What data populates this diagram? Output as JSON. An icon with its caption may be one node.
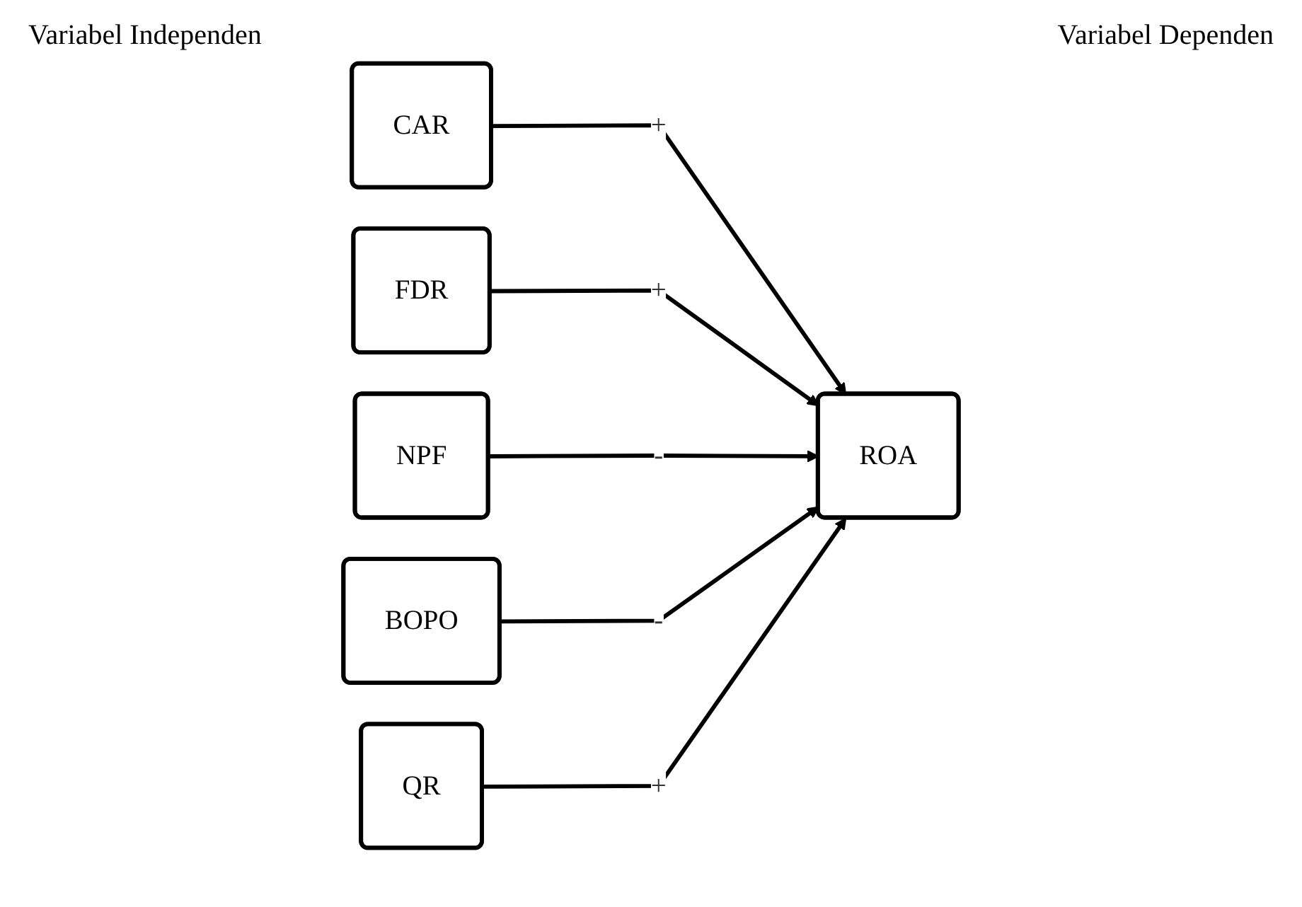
{
  "diagram": {
    "nodes": [
      {
        "text": [
          "CAR"
        ]
      },
      {
        "text": [
          "FDR"
        ]
      },
      {
        "text": [
          "NPF"
        ]
      },
      {
        "text": [
          "BOPO"
        ]
      },
      {
        "text": [
          "QR"
        ]
      },
      {
        "text": [
          "ROA"
        ]
      }
    ],
    "edges": [
      {
        "from": 0,
        "to": 5,
        "arrow": "to",
        "label": "+"
      },
      {
        "from": 1,
        "to": 5,
        "arrow": "to",
        "label": "+"
      },
      {
        "from": 2,
        "to": 5,
        "arrow": "to",
        "label": "-"
      },
      {
        "from": 3,
        "to": 5,
        "arrow": "to",
        "label": "-"
      },
      {
        "from": 4,
        "to": 5,
        "arrow": "to",
        "label": "+"
      }
    ],
    "labels": [
      "Variabel Independen",
      "Variabel Dependen"
    ]
  }
}
